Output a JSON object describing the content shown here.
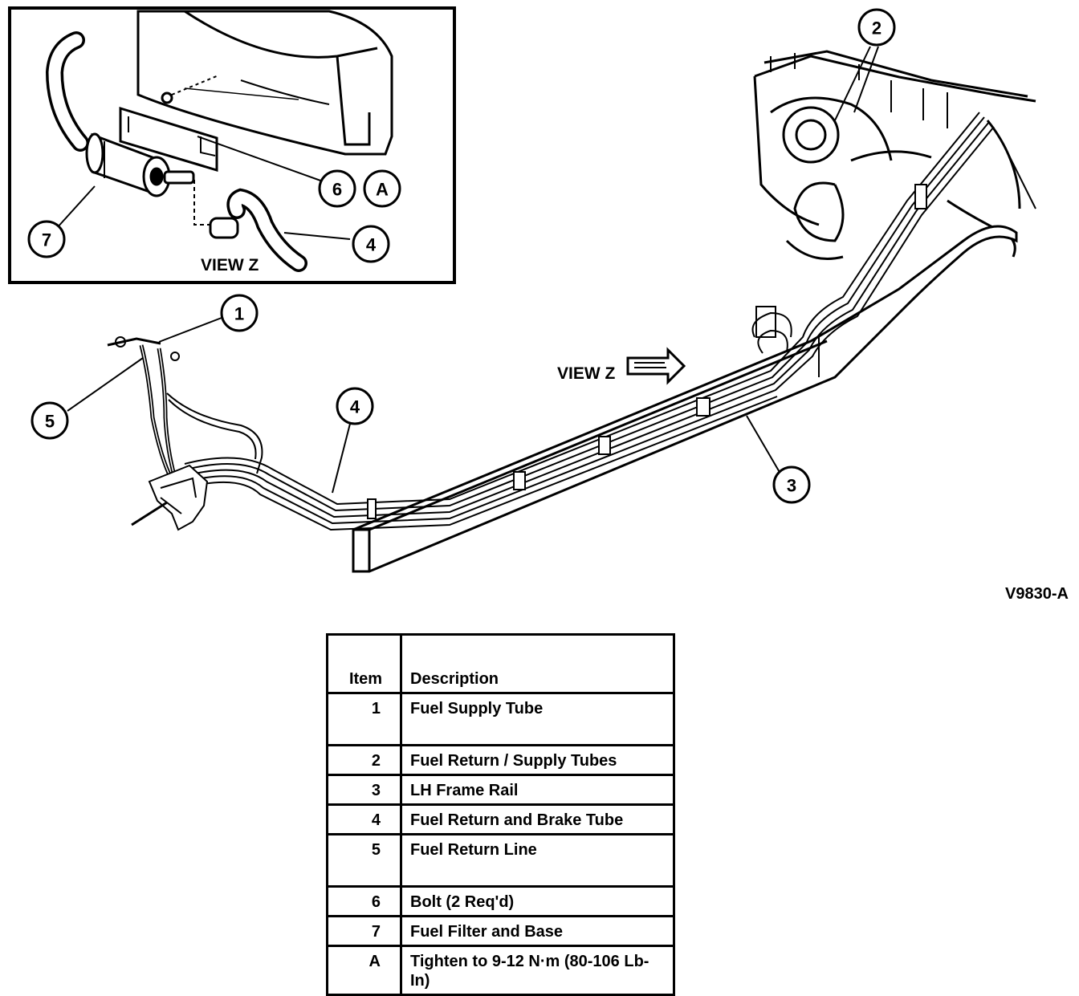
{
  "figure_id": "V9830-A",
  "view_label": "VIEW Z",
  "inset_label": "VIEW Z",
  "callouts": [
    "1",
    "2",
    "3",
    "4",
    "5",
    "6",
    "7",
    "A"
  ],
  "legend": {
    "col_item": "Item",
    "col_description": "Description",
    "rows": [
      {
        "item": "1",
        "description": "Fuel Supply Tube"
      },
      {
        "item": "2",
        "description": "Fuel Return / Supply Tubes"
      },
      {
        "item": "3",
        "description": "LH Frame Rail"
      },
      {
        "item": "4",
        "description": "Fuel Return and Brake Tube"
      },
      {
        "item": "5",
        "description": "Fuel Return Line"
      },
      {
        "item": "6",
        "description": "Bolt (2 Req'd)"
      },
      {
        "item": "7",
        "description": "Fuel Filter and Base"
      },
      {
        "item": "A",
        "description": "Tighten to 9-12 N·m (80-106 Lb-In)"
      }
    ]
  }
}
